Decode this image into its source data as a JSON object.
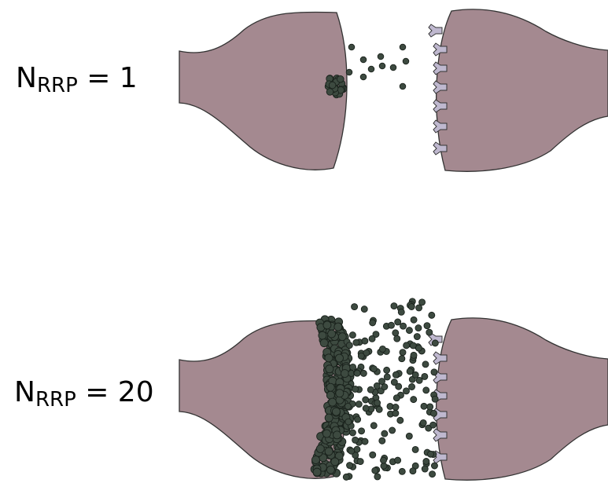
{
  "panels": [
    {
      "label_base": "N",
      "label_sub": "RRP",
      "label_value": "= 1"
    },
    {
      "label_base": "N",
      "label_sub": "RRP",
      "label_value": "= 20"
    }
  ],
  "colors": {
    "terminal_fill": "#a48990",
    "terminal_stroke": "#333333",
    "vesicle_fill": "#3d4a40",
    "receptor_fill": "#bfb8cf"
  }
}
